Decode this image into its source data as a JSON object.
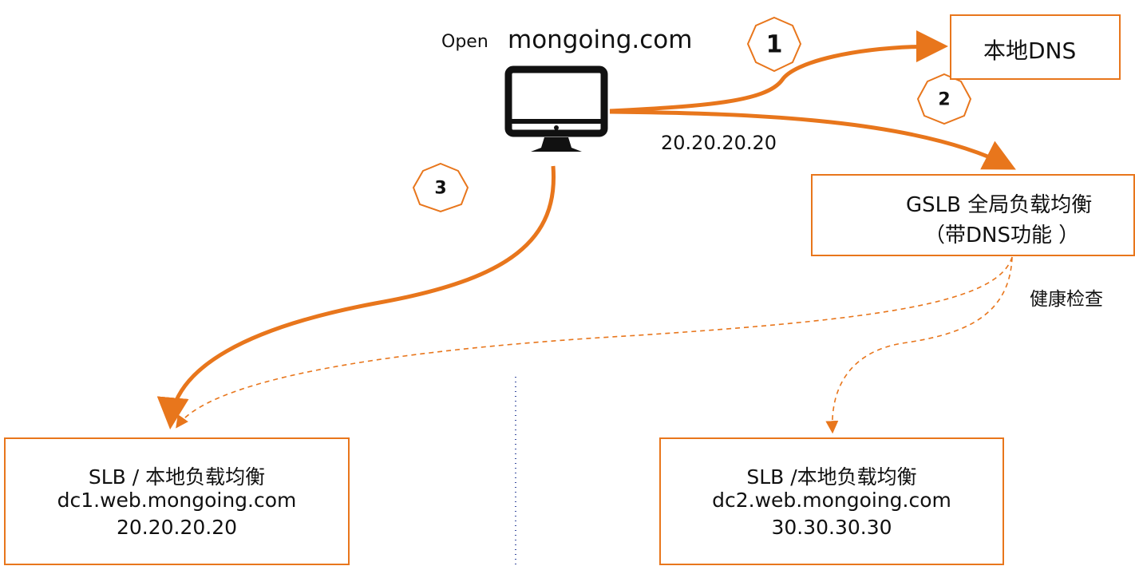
{
  "colors": {
    "accent": "#e8761c",
    "text": "#111111",
    "divider": "#3b4fa0"
  },
  "client": {
    "open_label": "Open",
    "site": "mongoing.com",
    "icon": "desktop-monitor-icon"
  },
  "steps": [
    "1",
    "2",
    "3"
  ],
  "local_dns": {
    "label": "本地DNS"
  },
  "gslb": {
    "line1": "GSLB 全局负载均衡",
    "line2": "（带DNS功能 ）"
  },
  "resolved_ip": "20.20.20.20",
  "health_check": "健康检查",
  "dc1": {
    "title": "SLB / 本地负载均衡",
    "host": "dc1.web.mongoing.com",
    "ip": "20.20.20.20"
  },
  "dc2": {
    "title": "SLB /本地负载均衡",
    "host": "dc2.web.mongoing.com",
    "ip": "30.30.30.30"
  }
}
